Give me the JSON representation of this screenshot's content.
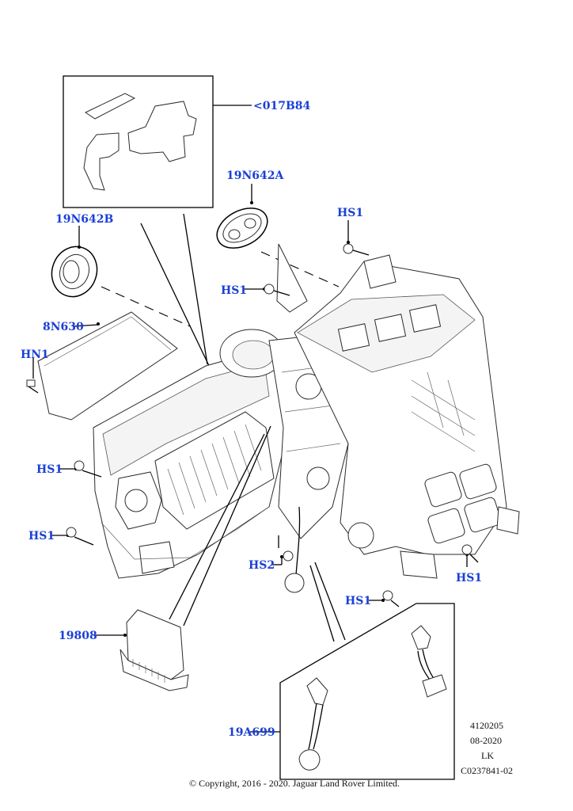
{
  "callouts": {
    "c017b84": "<017B84",
    "n19n642a": "19N642A",
    "n19n642b": "19N642B",
    "hs1_top": "HS1",
    "hs1_mid": "HS1",
    "n8n630": "8N630",
    "hn1": "HN1",
    "hs1_left1": "HS1",
    "hs1_left2": "HS1",
    "hs2": "HS2",
    "hs1_right": "HS1",
    "hs1_bottom": "HS1",
    "n19808": "19808",
    "n19a699": "19A699"
  },
  "meta": {
    "line1": "4120205",
    "line2": "08-2020",
    "line3": "LK",
    "line4": "C0237841-02"
  },
  "copyright": "© Copyright, 2016 - 2020. Jaguar Land Rover Limited.",
  "colors": {
    "callout": "#1a3fd6",
    "line": "#000000"
  }
}
